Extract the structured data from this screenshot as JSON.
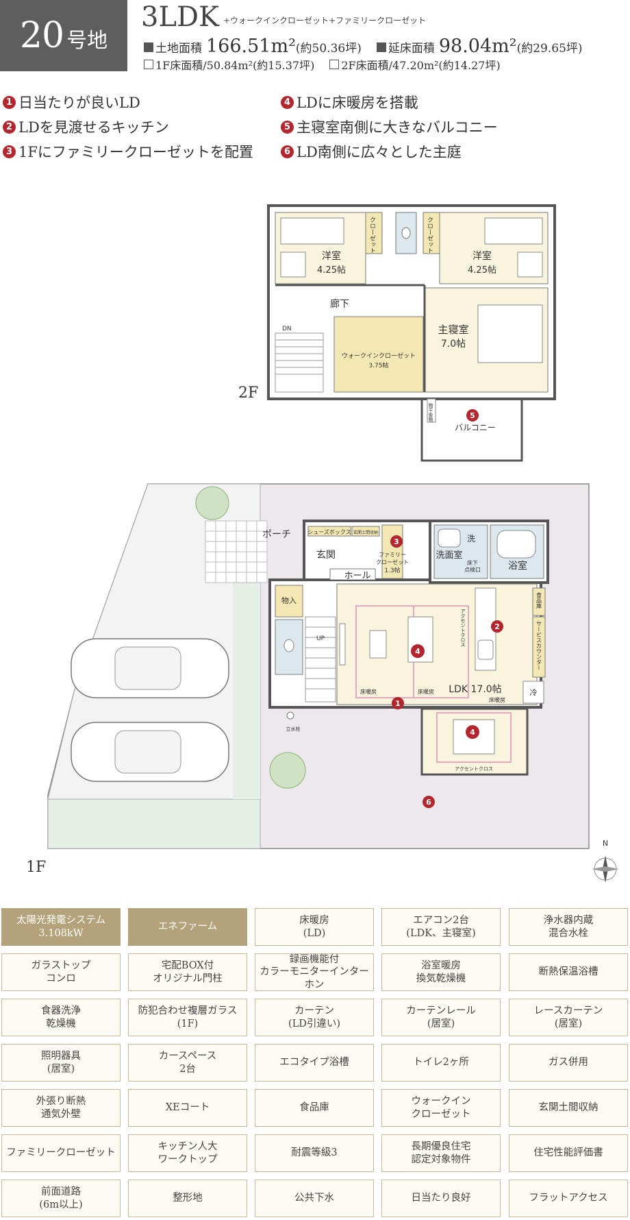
{
  "header": {
    "lot_number": "20",
    "lot_suffix": "号地",
    "plan_type": "3LDK",
    "plan_extra": "+ウォークインクローゼット+ファミリークローゼット",
    "land_area_label": "土地面積",
    "land_area_value": "166.51",
    "land_area_unit": "m²",
    "land_area_tsubo": "(約50.36坪)",
    "floor_area_label": "延床面積",
    "floor_area_value": "98.04",
    "floor_area_unit": "m²",
    "floor_area_tsubo": "(約29.65坪)",
    "f1_area": "1F床面積/50.84m²(約15.37坪)",
    "f2_area": "2F床面積/47.20m²(約14.27坪)"
  },
  "features": [
    {
      "num": "1",
      "text": "日当たりが良いLD"
    },
    {
      "num": "2",
      "text": "LDを見渡せるキッチン"
    },
    {
      "num": "3",
      "text": "1Fにファミリークローゼットを配置"
    },
    {
      "num": "4",
      "text": "LDに床暖房を搭載"
    },
    {
      "num": "5",
      "text": "主寝室南側に大きなバルコニー"
    },
    {
      "num": "6",
      "text": "LD南側に広々とした主庭"
    }
  ],
  "plan": {
    "f2_label": "2F",
    "f1_label": "1F",
    "rooms_2f": {
      "closet_a": "クローゼット",
      "closet_b": "クローゼット",
      "west_room": "洋室",
      "west_room_size": "4.25帖",
      "east_room": "洋室",
      "east_room_size": "4.25帖",
      "hallway": "廊下",
      "dn": "DN",
      "wic": "ウォークインクローゼット",
      "wic_size": "3.75帖",
      "master": "主寝室",
      "master_size": "7.0帖",
      "storage_hook": "物干金物",
      "balcony": "バルコニー"
    },
    "rooms_1f": {
      "porch": "ポーチ",
      "shoes_box": "シューズボックス",
      "entry_storage": "玄関土間収納",
      "genkan": "玄関",
      "hall": "ホール",
      "family_closet": "ファミリー",
      "family_closet2": "クローゼット",
      "family_closet_size": "1.3帖",
      "wash_room": "洗面室",
      "wash": "洗",
      "floor_check": "床下",
      "floor_check2": "点検口",
      "bath": "浴室",
      "storage": "物入",
      "up": "UP",
      "pantry": "食品庫",
      "service_counter": "サービスカウンター",
      "accent_cross": "アクセントクロス",
      "ldk": "LDK 17.0帖",
      "fridge": "冷",
      "floor_heat_a": "床暖房",
      "floor_heat_b": "床暖房",
      "floor_heat_c": "床暖房",
      "accent_cross2": "アクセントクロス",
      "faucet": "立水栓"
    },
    "compass": "N"
  },
  "amenities": [
    {
      "label": "太陽光発電システム\n3.108kW",
      "on": true
    },
    {
      "label": "エネファーム",
      "on": true
    },
    {
      "label": "床暖房\n(LD)",
      "on": false
    },
    {
      "label": "エアコン2台\n(LDK、主寝室)",
      "on": false
    },
    {
      "label": "浄水器内蔵\n混合水栓",
      "on": false
    },
    {
      "label": "ガラストップ\nコンロ",
      "on": false
    },
    {
      "label": "宅配BOX付\nオリジナル門柱",
      "on": false
    },
    {
      "label": "録画機能付\nカラーモニターインターホン",
      "on": false
    },
    {
      "label": "浴室暖房\n換気乾燥機",
      "on": false
    },
    {
      "label": "断熱保温浴槽",
      "on": false
    },
    {
      "label": "食器洗浄\n乾燥機",
      "on": false
    },
    {
      "label": "防犯合わせ複層ガラス\n(1F)",
      "on": false
    },
    {
      "label": "カーテン\n(LD引違い)",
      "on": false
    },
    {
      "label": "カーテンレール\n(居室)",
      "on": false
    },
    {
      "label": "レースカーテン\n(居室)",
      "on": false
    },
    {
      "label": "照明器具\n(居室)",
      "on": false
    },
    {
      "label": "カースペース\n2台",
      "on": false
    },
    {
      "label": "エコタイプ浴槽",
      "on": false
    },
    {
      "label": "トイレ2ヶ所",
      "on": false
    },
    {
      "label": "ガス併用",
      "on": false
    },
    {
      "label": "外張り断熱\n通気外壁",
      "on": false
    },
    {
      "label": "XEコート",
      "on": false
    },
    {
      "label": "食品庫",
      "on": false
    },
    {
      "label": "ウォークイン\nクローゼット",
      "on": false
    },
    {
      "label": "玄関土間収納",
      "on": false
    },
    {
      "label": "ファミリークローゼット",
      "on": false
    },
    {
      "label": "キッチン人大\nワークトップ",
      "on": false
    },
    {
      "label": "耐震等級3",
      "on": false
    },
    {
      "label": "長期優良住宅\n認定対象物件",
      "on": false
    },
    {
      "label": "住宅性能評価書",
      "on": false
    },
    {
      "label": "前面道路\n(6m以上)",
      "on": false
    },
    {
      "label": "整形地",
      "on": false
    },
    {
      "label": "公共下水",
      "on": false
    },
    {
      "label": "日当たり良好",
      "on": false
    },
    {
      "label": "フラットアクセス",
      "on": false
    }
  ],
  "colors": {
    "badge": "#5e5e5e",
    "accent_red": "#b3262e",
    "amenity_on": "#b3a27a",
    "room_fill": "#f8f4dd",
    "closet_fill": "#f3e8b4"
  }
}
